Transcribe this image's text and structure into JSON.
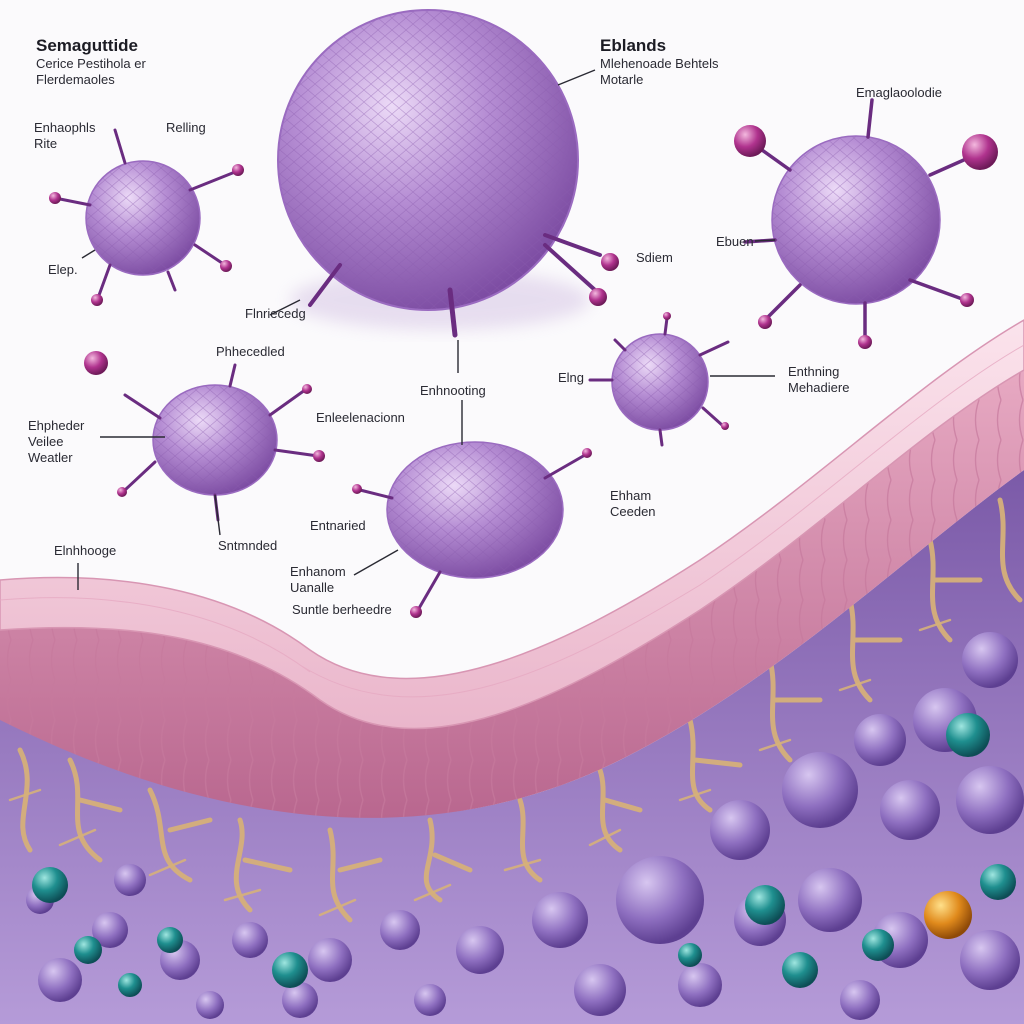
{
  "title": {
    "main": "Semaguttide",
    "sub1": "Cerice Pestihola er",
    "sub2": "Flerdemaoles"
  },
  "labels": {
    "eblands": "Eblands",
    "eblands_sub1": "Mlehenoade Behtels",
    "eblands_sub2": "Motarle",
    "emaglaoolodie": "Emaglaoolodie",
    "enhaophls1": "Enhaophls",
    "enhaophls2": "Rite",
    "relling": "Relling",
    "elep": "Elep.",
    "sdiem": "Sdiem",
    "ebuen": "Ebuen",
    "flnriecedg": "Flnriecedg",
    "phhecedled": "Phhecedled",
    "enhnooting": "Enhnooting",
    "elng": "Elng",
    "enthning1": "Enthning",
    "enthning2": "Mehadiere",
    "ehpheder1": "Ehpheder",
    "ehpheder2": "Veilee",
    "ehpheder3": "Weatler",
    "enleelenacionn": "Enleelenacionn",
    "ehham1": "Ehham",
    "ehham2": "Ceeden",
    "sntmnded": "Sntmnded",
    "entnaried": "Entnaried",
    "enhanom1": "Enhanom",
    "enhanom2": "Uanalle",
    "suntle": "Suntle berheedre",
    "elnhhooge": "Elnhhooge"
  },
  "colors": {
    "background": "#fbfafc",
    "cell_body": "#a77cc9",
    "cell_highlight": "#e3cdf2",
    "cell_shadow": "#6e3f92",
    "spike": "#6a2c80",
    "knob": "#b0338e",
    "tissue_top": "#f2c9d8",
    "tissue_edge": "#c97c9f",
    "nerve_fiber": "#d6b07a",
    "cell_bed": "#9b7fc6",
    "bed_bubble": "#7a5eb1",
    "teal_cell": "#1f8f8f",
    "orange_cell": "#e08a1c"
  }
}
